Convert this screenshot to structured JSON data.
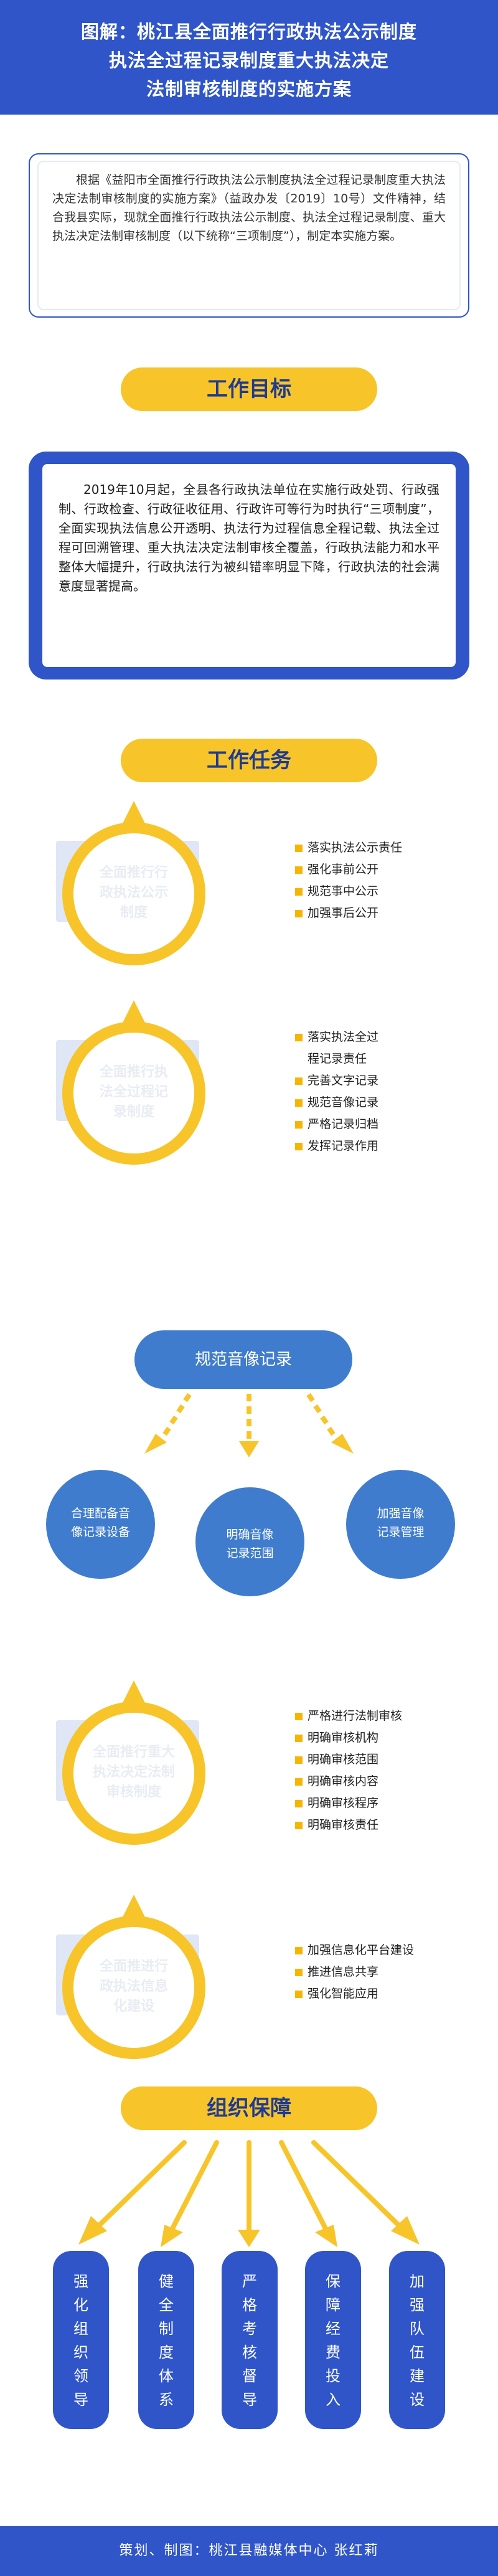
{
  "header": {
    "lines": [
      "图解：桃江县全面推行行政执法公示制度",
      "执法全过程记录制度重大执法决定",
      "法制审核制度的实施方案"
    ]
  },
  "intro": {
    "text": "根据《益阳市全面推行行政执法公示制度执法全过程记录制度重大执法决定法制审核制度的实施方案》（益政办发〔2019〕10号）文件精神，结合我县实际，现就全面推行行政执法公示制度、执法全过程记录制度、重大执法决定法制审核制度（以下统称“三项制度”），制定本实施方案。"
  },
  "goal": {
    "title": "工作目标",
    "text": "2019年10月起，全县各行政执法单位在实施行政处罚、行政强制、行政检查、行政征收征用、行政许可等行为时执行“三项制度”，全面实现执法信息公开透明、执法行为过程信息全程记载、执法全过程可回溯管理、重大执法决定法制审核全覆盖，行政执法能力和水平整体大幅提升，行政执法行为被纠错率明显下降，行政执法的社会满意度显著提高。"
  },
  "tasks": {
    "title": "工作任务",
    "blocks": [
      {
        "label": [
          "全面推行行",
          "政执法公示",
          "制度"
        ],
        "items": [
          [
            "落实执法公示责任"
          ],
          [
            "强化事前公开"
          ],
          [
            "规范事中公示"
          ],
          [
            "加强事后公开"
          ]
        ]
      },
      {
        "label": [
          "全面推行执",
          "法全过程记",
          "录制度"
        ],
        "items": [
          [
            "落实执法全过",
            "程记录责任"
          ],
          [
            "完善文字记录"
          ],
          [
            "规范音像记录"
          ],
          [
            "严格记录归档"
          ],
          [
            "发挥记录作用"
          ]
        ]
      },
      {
        "label": [
          "全面推行重大",
          "执法决定法制",
          "审核制度"
        ],
        "items": [
          [
            "严格进行法制审核"
          ],
          [
            "明确审核机构"
          ],
          [
            "明确审核范围"
          ],
          [
            "明确审核内容"
          ],
          [
            "明确审核程序"
          ],
          [
            "明确审核责任"
          ]
        ]
      },
      {
        "label": [
          "全面推进行",
          "政执法信息",
          "化建设"
        ],
        "items": [
          [
            "加强信息化平台建设"
          ],
          [
            "推进信息共享"
          ],
          [
            "强化智能应用"
          ]
        ]
      }
    ]
  },
  "av": {
    "title": "规范音像记录",
    "circles": [
      [
        "合理配备音",
        "像记录设备"
      ],
      [
        "明确音像",
        "记录范围"
      ],
      [
        "加强音像",
        "记录管理"
      ]
    ]
  },
  "org": {
    "title": "组织保障",
    "cols": [
      [
        "强",
        "化",
        "组",
        "织",
        "领",
        "导"
      ],
      [
        "健",
        "全",
        "制",
        "度",
        "体",
        "系"
      ],
      [
        "严",
        "格",
        "考",
        "核",
        "督",
        "导"
      ],
      [
        "保",
        "障",
        "经",
        "费",
        "投",
        "入"
      ],
      [
        "加",
        "强",
        "队",
        "伍",
        "建",
        "设"
      ]
    ]
  },
  "footer": {
    "text": "策划、制图：桃江县融媒体中心 张红莉"
  },
  "colors": {
    "brand_blue": "#2f55c9",
    "accent_yellow": "#f7c52a",
    "av_blue": "#3f7ccd"
  }
}
